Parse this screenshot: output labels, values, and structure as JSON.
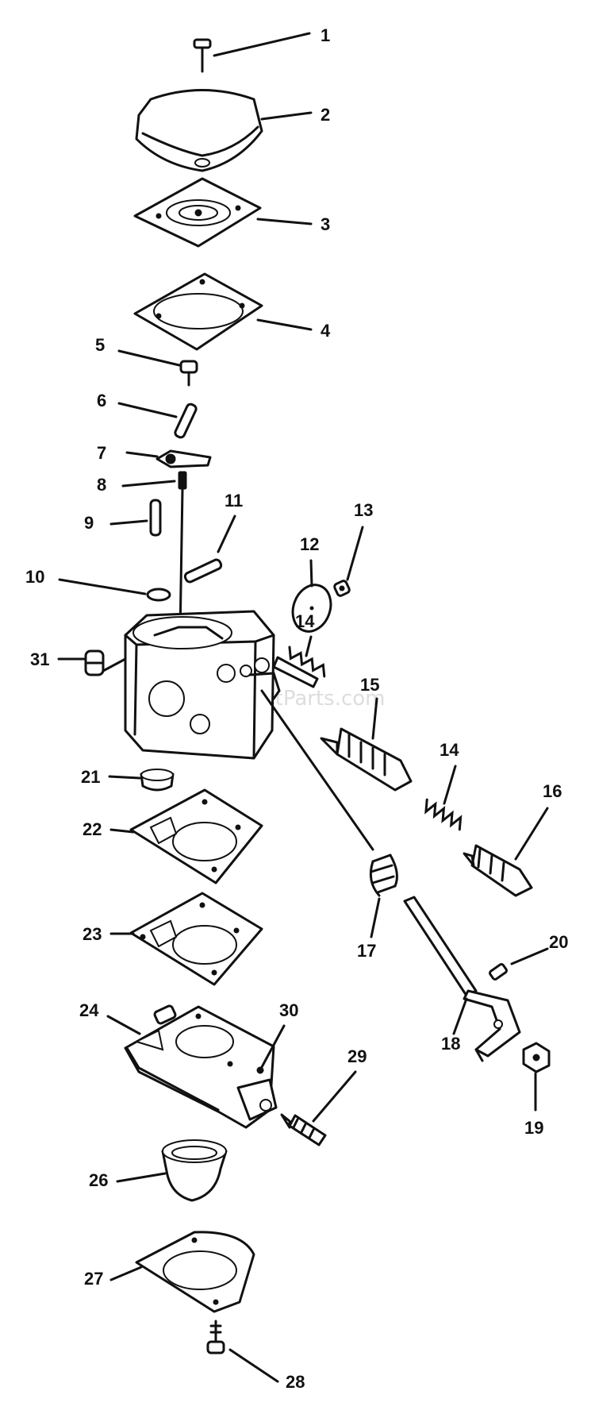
{
  "callouts": {
    "c1": "1",
    "c2": "2",
    "c3": "3",
    "c4": "4",
    "c5": "5",
    "c6": "6",
    "c7": "7",
    "c8": "8",
    "c9": "9",
    "c10": "10",
    "c11": "11",
    "c12": "12",
    "c13": "13",
    "c14a": "14",
    "c14b": "14",
    "c15": "15",
    "c16": "16",
    "c17": "17",
    "c18": "18",
    "c19": "19",
    "c20": "20",
    "c21": "21",
    "c22": "22",
    "c23": "23",
    "c24": "24",
    "c26": "26",
    "c27": "27",
    "c28": "28",
    "c29": "29",
    "c30": "30",
    "c31": "31"
  },
  "watermark": "eReplacementParts.com"
}
